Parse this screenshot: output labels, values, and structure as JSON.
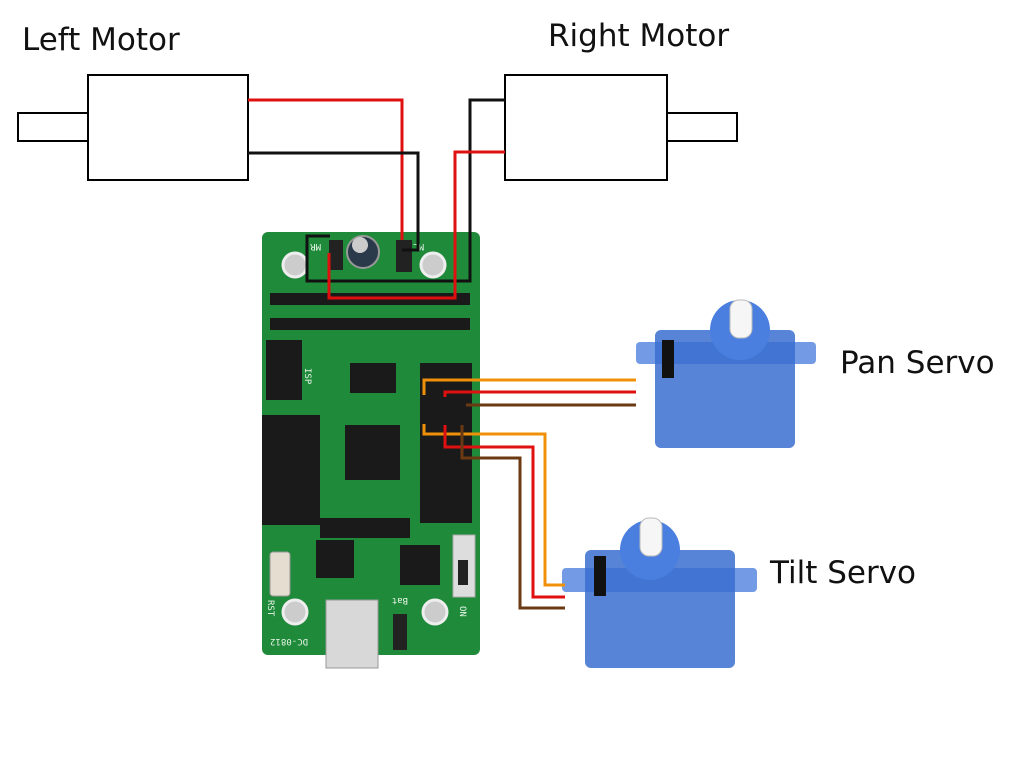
{
  "labels": {
    "left_motor": "Left Motor",
    "right_motor": "Right Motor",
    "pan_servo": "Pan Servo",
    "tilt_servo": "Tilt Servo"
  },
  "board_silkscreen": {
    "mr": "MR",
    "ml": "ML",
    "isp": "ISP",
    "rst": "RST",
    "model": "DC-0812",
    "on": "ON",
    "bat": "Bat"
  },
  "colors": {
    "wire_red": "#e01010",
    "wire_black": "#111111",
    "wire_orange": "#f0900a",
    "wire_brown": "#6b3a12",
    "board_green": "#1f8a3a",
    "servo_blue": "#3a6fd0"
  }
}
